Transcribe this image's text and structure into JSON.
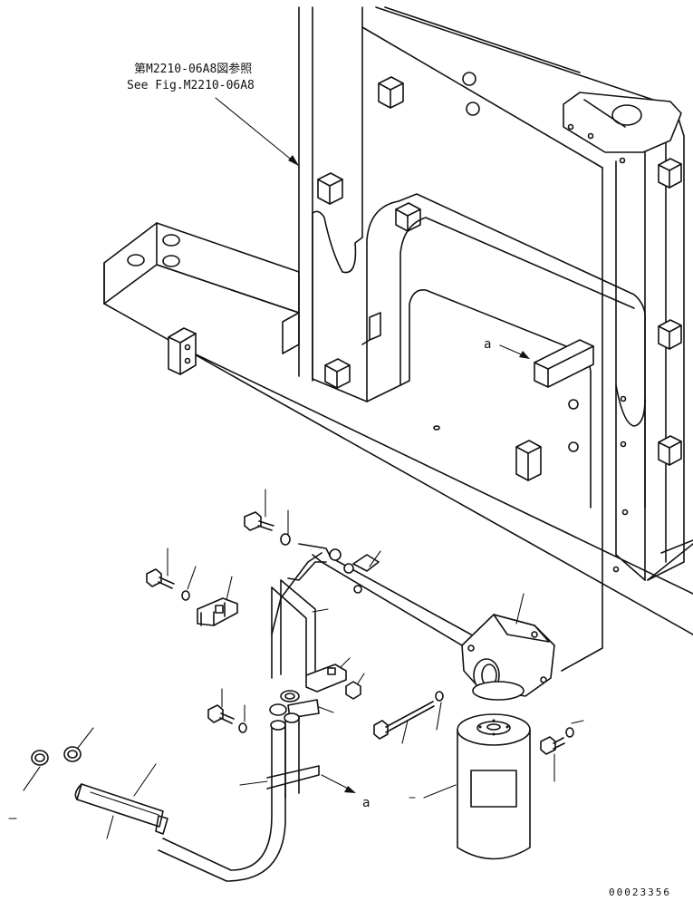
{
  "reference_note": {
    "line_jp": "第M2210-06A8図参照",
    "line_en": "See Fig.M2210-06A8"
  },
  "reference_labels": {
    "a_upper": "a",
    "a_lower": "a"
  },
  "drawing_number": "00023356",
  "colors": {
    "ink": "#111111",
    "paper": "#ffffff"
  }
}
